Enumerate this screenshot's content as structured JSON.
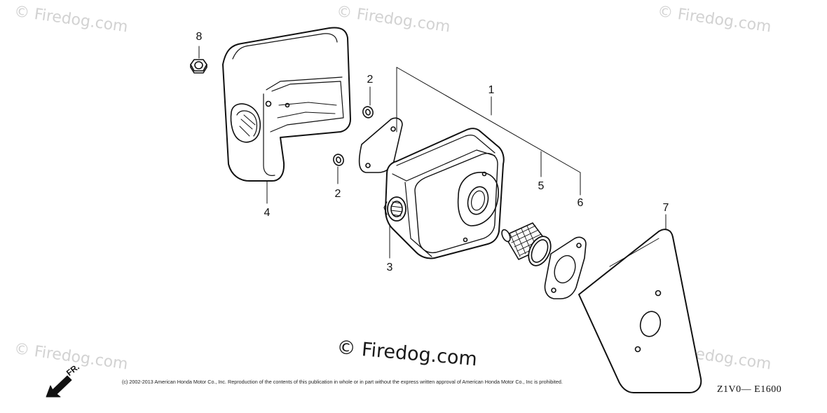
{
  "watermarks": {
    "small_text": "© Firedog.com",
    "main_text": "© Firedog.com"
  },
  "callouts": {
    "part_1": "1",
    "part_2_upper": "2",
    "part_2_lower": "2",
    "part_3": "3",
    "part_4": "4",
    "part_5": "5",
    "part_6": "6",
    "part_7": "7",
    "part_8": "8"
  },
  "direction_label": "FR.",
  "copyright": "(c) 2002-2013 American Honda Motor Co., Inc. Reproduction of the contents of this publication in whole or in part without the express written approval of American Honda Motor Co., Inc is prohibited.",
  "diagram_code": "Z1V0— E1600"
}
